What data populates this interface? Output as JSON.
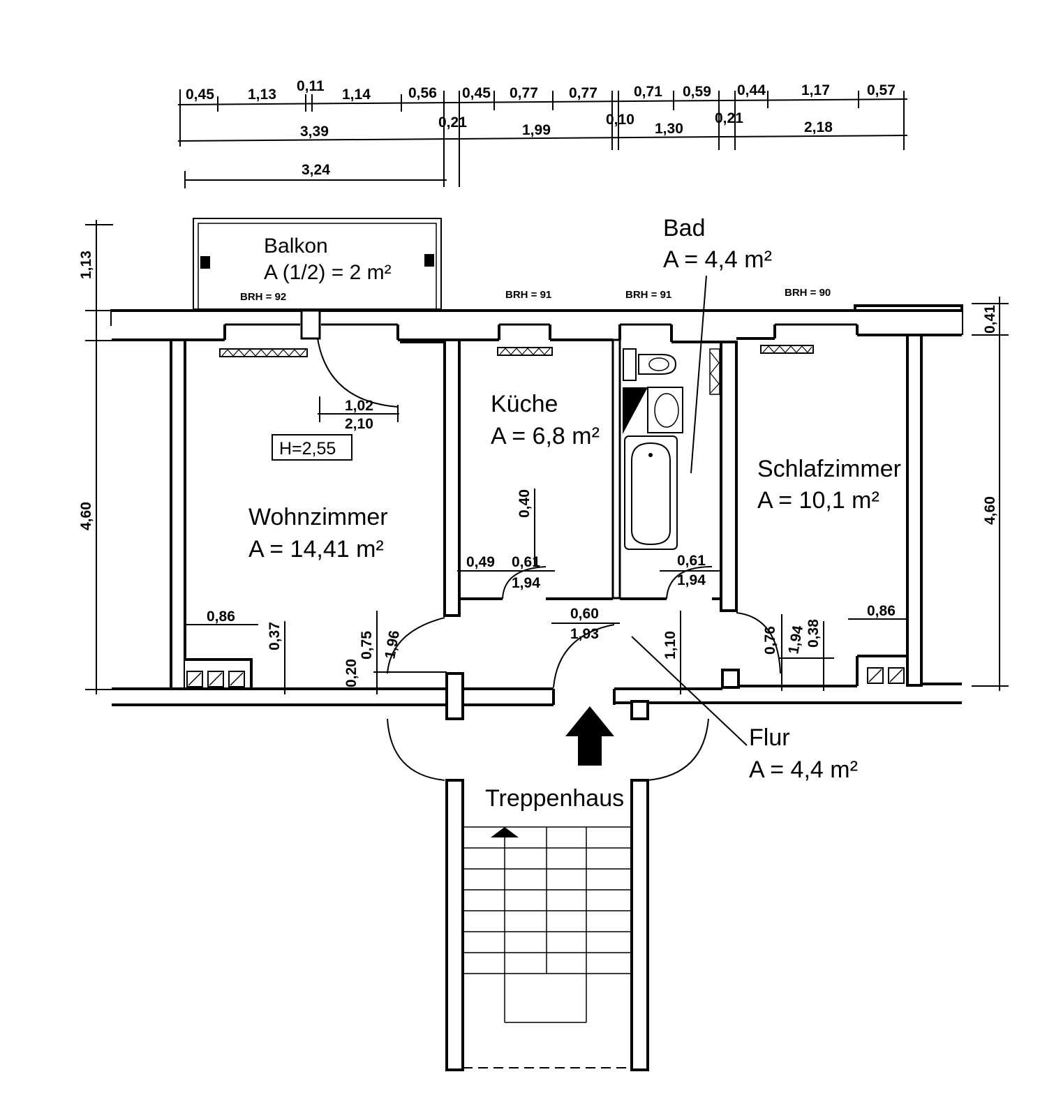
{
  "rooms": {
    "balkon": {
      "name": "Balkon",
      "area": "A (1/2) = 2 m²"
    },
    "bad": {
      "name": "Bad",
      "area": "A = 4,4 m²"
    },
    "kueche": {
      "name": "Küche",
      "area": "A = 6,8 m²"
    },
    "wohnzimmer": {
      "name": "Wohnzimmer",
      "area": "A = 14,41 m²"
    },
    "schlafzimmer": {
      "name": "Schlafzimmer",
      "area": "A = 10,1 m²"
    },
    "flur": {
      "name": "Flur",
      "area": "A = 4,4 m²"
    },
    "treppenhaus": {
      "name": "Treppenhaus"
    }
  },
  "ceiling_height": "H=2,55",
  "brh": [
    "BRH = 92",
    "BRH = 91",
    "BRH = 91",
    "BRH = 90"
  ],
  "dimensions": {
    "row1": [
      "0,45",
      "1,13",
      "0,11",
      "1,14",
      "0,56",
      "0,45",
      "0,77",
      "0,77",
      "0,71",
      "0,59",
      "0,44",
      "1,17",
      "0,57"
    ],
    "row2": [
      "3,39",
      "0,21",
      "1,99",
      "0,10",
      "1,30",
      "0,21",
      "2,18"
    ],
    "row3": [
      "3,24"
    ],
    "left": [
      "1,13",
      "4,60"
    ],
    "right": [
      "0,41",
      "4,60"
    ],
    "interior": [
      "1,02",
      "2,10",
      "0,40",
      "0,49",
      "0,61",
      "1,94",
      "0,61",
      "1,94",
      "0,86",
      "0,37",
      "0,20",
      "0,75",
      "1,96",
      "0,60",
      "1,93",
      "1,10",
      "0,76",
      "1,94",
      "0,38",
      "0,86"
    ]
  }
}
